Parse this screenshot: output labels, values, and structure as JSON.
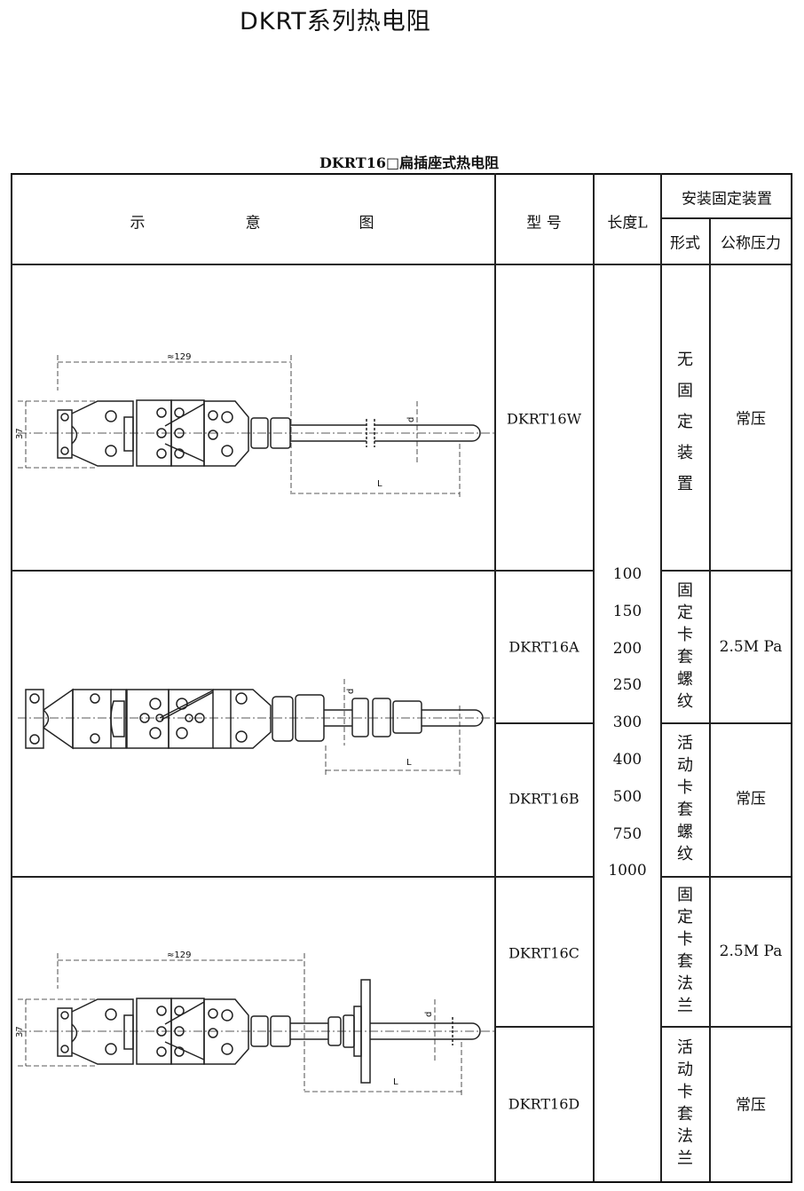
{
  "page_title": "DKRT系列热电阻",
  "table_caption": "DKRT16□扁插座式热电阻",
  "headers": {
    "diagram": [
      "示",
      "意",
      "图"
    ],
    "model": "型 号",
    "length": "长度L",
    "mounting": "安装固定装置",
    "form": "形式",
    "pressure": "公称压力"
  },
  "lengths": [
    "100",
    "150",
    "200",
    "250",
    "300",
    "400",
    "500",
    "750",
    "1000"
  ],
  "rows": [
    {
      "model": "DKRT16W",
      "form": "无固定装置",
      "pressure": "常压"
    },
    {
      "model": "DKRT16A",
      "form": "固定卡套螺纹",
      "pressure": "2.5M Pa"
    },
    {
      "model": "DKRT16B",
      "form": "活动卡套螺纹",
      "pressure": "常压"
    },
    {
      "model": "DKRT16C",
      "form": "固定卡套法兰",
      "pressure": "2.5M Pa"
    },
    {
      "model": "DKRT16D",
      "form": "活动卡套法兰",
      "pressure": "常压"
    }
  ],
  "dims": {
    "width": "≈129",
    "height": "37",
    "diameter": "d",
    "length": "L"
  }
}
